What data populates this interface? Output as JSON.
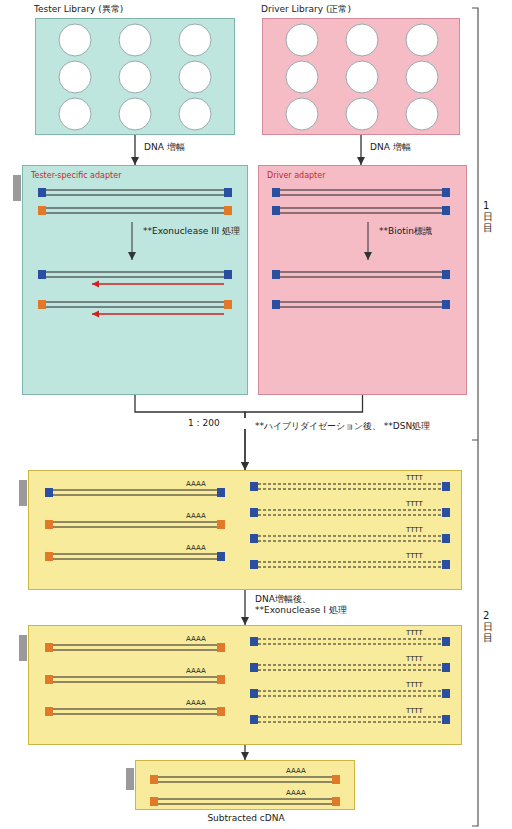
{
  "diagram": {
    "nodes": [
      {
        "text": [
          "Tester Library (異常)"
        ]
      },
      {
        "text": [
          "Driver Library (正常)"
        ]
      },
      {
        "text": [
          "Tester-specific adapter",
          "**Exonuclease III 処理"
        ]
      },
      {
        "text": [
          "Driver adapter",
          "**Biotin標識"
        ]
      },
      {
        "text": [
          "AAAA",
          "AAAA",
          "AAAA",
          "TTTT",
          "TTTT",
          "TTTT",
          "TTTT"
        ]
      },
      {
        "text": [
          "AAAA",
          "AAAA",
          "AAAA",
          "TTTT",
          "TTTT",
          "TTTT",
          "TTTT"
        ]
      },
      {
        "text": [
          "AAAA",
          "AAAA",
          "Subtracted cDNA"
        ]
      }
    ],
    "edges": [
      {
        "from": 0,
        "to": 2,
        "arrow": "to",
        "label": "DNA 増幅"
      },
      {
        "from": 1,
        "to": 3,
        "arrow": "to",
        "label": "DNA 増幅"
      },
      {
        "from": 2,
        "to": 4,
        "arrow": "to"
      },
      {
        "from": 3,
        "to": 4,
        "arrow": "to"
      },
      {
        "from": 4,
        "to": 5,
        "arrow": "to",
        "label": "DNA増幅後、 **Exonuclease I 処理"
      },
      {
        "from": 5,
        "to": 6,
        "arrow": "to"
      }
    ],
    "labels": [
      "1 : 200",
      "**ハイブリダイゼーション後、 **DSN処理",
      "1日目",
      "2日目"
    ]
  }
}
